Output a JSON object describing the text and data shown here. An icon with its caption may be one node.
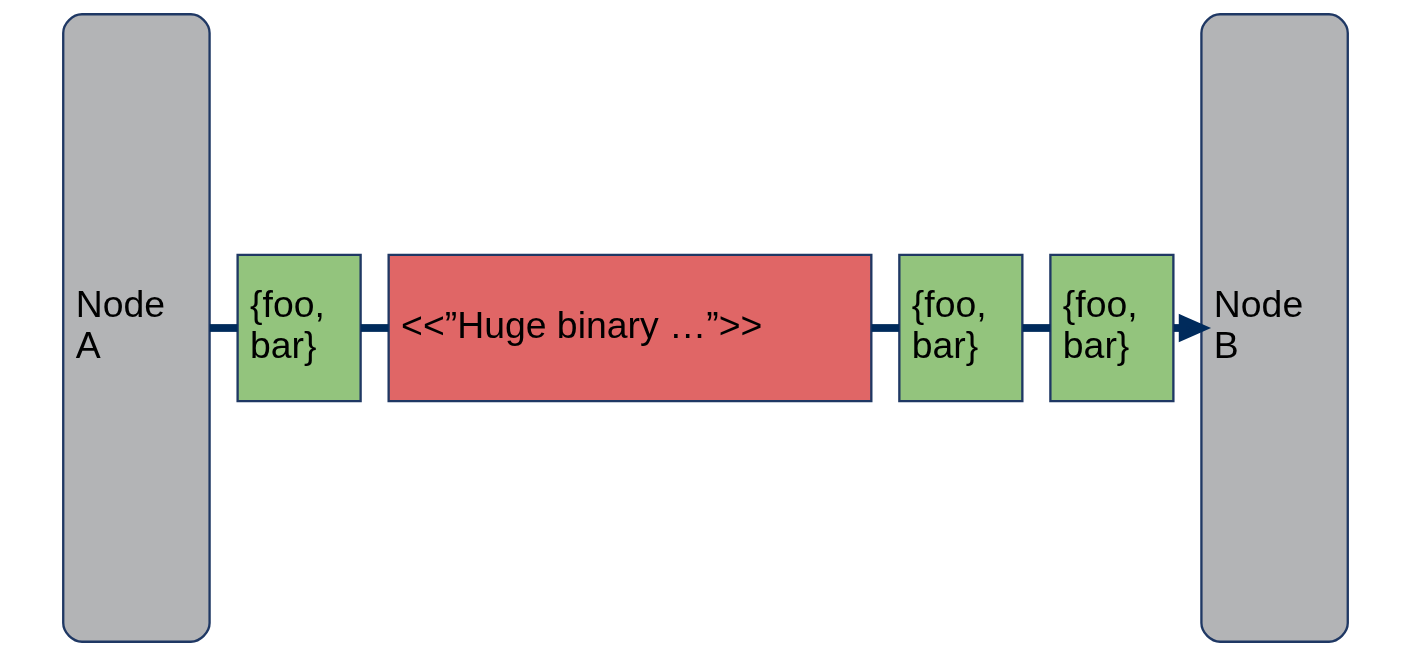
{
  "diagram": {
    "nodes": [
      {
        "text": [
          "Node A"
        ]
      },
      {
        "text": [
          "{foo, bar}"
        ]
      },
      {
        "text": [
          "<<”Huge binary …”>>"
        ]
      },
      {
        "text": [
          "{foo, bar}"
        ]
      },
      {
        "text": [
          "{foo, bar}"
        ]
      },
      {
        "text": [
          "Node B"
        ]
      }
    ],
    "edges": [
      {
        "from": 0,
        "to": 1,
        "arrow": "none"
      },
      {
        "from": 1,
        "to": 2,
        "arrow": "none"
      },
      {
        "from": 2,
        "to": 3,
        "arrow": "none"
      },
      {
        "from": 3,
        "to": 4,
        "arrow": "none"
      },
      {
        "from": 4,
        "to": 5,
        "arrow": "to"
      }
    ]
  }
}
